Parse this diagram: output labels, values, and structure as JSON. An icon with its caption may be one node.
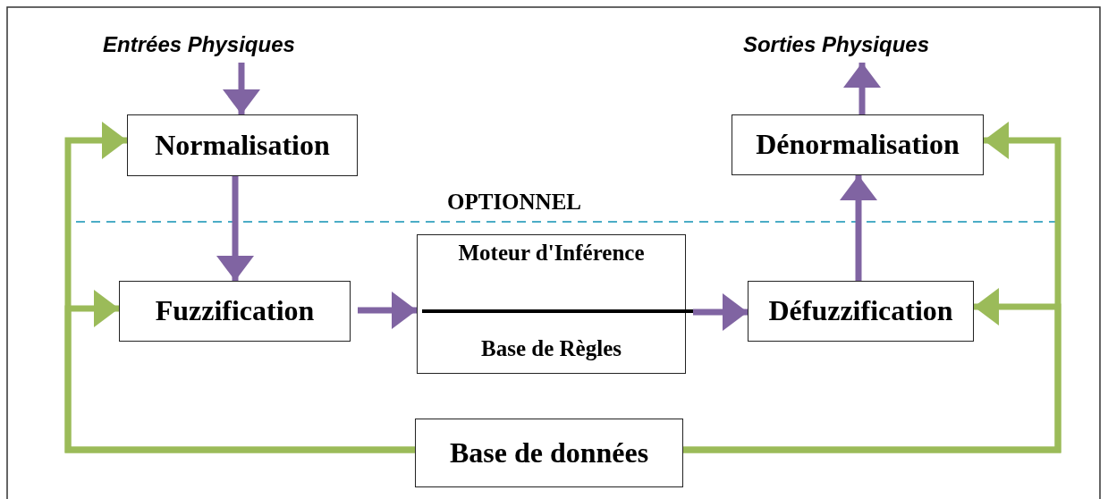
{
  "diagram": {
    "nodes": [
      {
        "text": [
          "Entrées Physiques"
        ]
      },
      {
        "text": [
          "Sorties Physiques"
        ]
      },
      {
        "text": [
          "Normalisation"
        ]
      },
      {
        "text": [
          "Dénormalisation"
        ]
      },
      {
        "text": [
          "Fuzzification"
        ]
      },
      {
        "text": [
          "Moteur d'Inférence",
          "Base de Règles"
        ]
      },
      {
        "text": [
          "Défuzzification"
        ]
      },
      {
        "text": [
          "Base de données"
        ]
      }
    ],
    "edges": [
      {
        "from": 0,
        "to": 2,
        "arrow": "to"
      },
      {
        "from": 2,
        "to": 4,
        "arrow": "to"
      },
      {
        "from": 4,
        "to": 5,
        "arrow": "to"
      },
      {
        "from": 5,
        "to": 6,
        "arrow": "to"
      },
      {
        "from": 6,
        "to": 3,
        "arrow": "to"
      },
      {
        "from": 3,
        "to": 1,
        "arrow": "to"
      },
      {
        "from": 7,
        "to": 2,
        "arrow": "to",
        "color": "#9bbb59"
      },
      {
        "from": 7,
        "to": 4,
        "arrow": "to",
        "color": "#9bbb59"
      },
      {
        "from": 7,
        "to": 6,
        "arrow": "to",
        "color": "#9bbb59"
      },
      {
        "from": 7,
        "to": 3,
        "arrow": "to",
        "color": "#9bbb59"
      }
    ],
    "labels": [
      "OPTIONNEL"
    ]
  }
}
